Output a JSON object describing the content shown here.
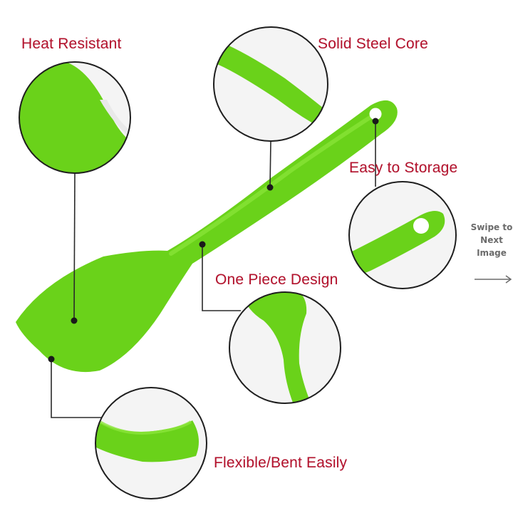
{
  "colors": {
    "accent_label": "#b5122d",
    "spatula_green": "#6ad21a",
    "spatula_green_dark": "#4fae10",
    "leader_line": "#2a2a2a",
    "swipe_text": "#6b6b6b"
  },
  "features": [
    {
      "id": "heat-resistant",
      "label": "Heat Resistant"
    },
    {
      "id": "solid-steel-core",
      "label": "Solid Steel Core"
    },
    {
      "id": "easy-to-storage",
      "label": "Easy to Storage"
    },
    {
      "id": "one-piece-design",
      "label": "One Piece Design"
    },
    {
      "id": "flexible-bent-easily",
      "label": "Flexible/Bent Easily"
    }
  ],
  "swipe_hint": {
    "lines": [
      "Swipe to",
      "Next",
      "Image"
    ],
    "icon": "arrow-right-icon"
  }
}
